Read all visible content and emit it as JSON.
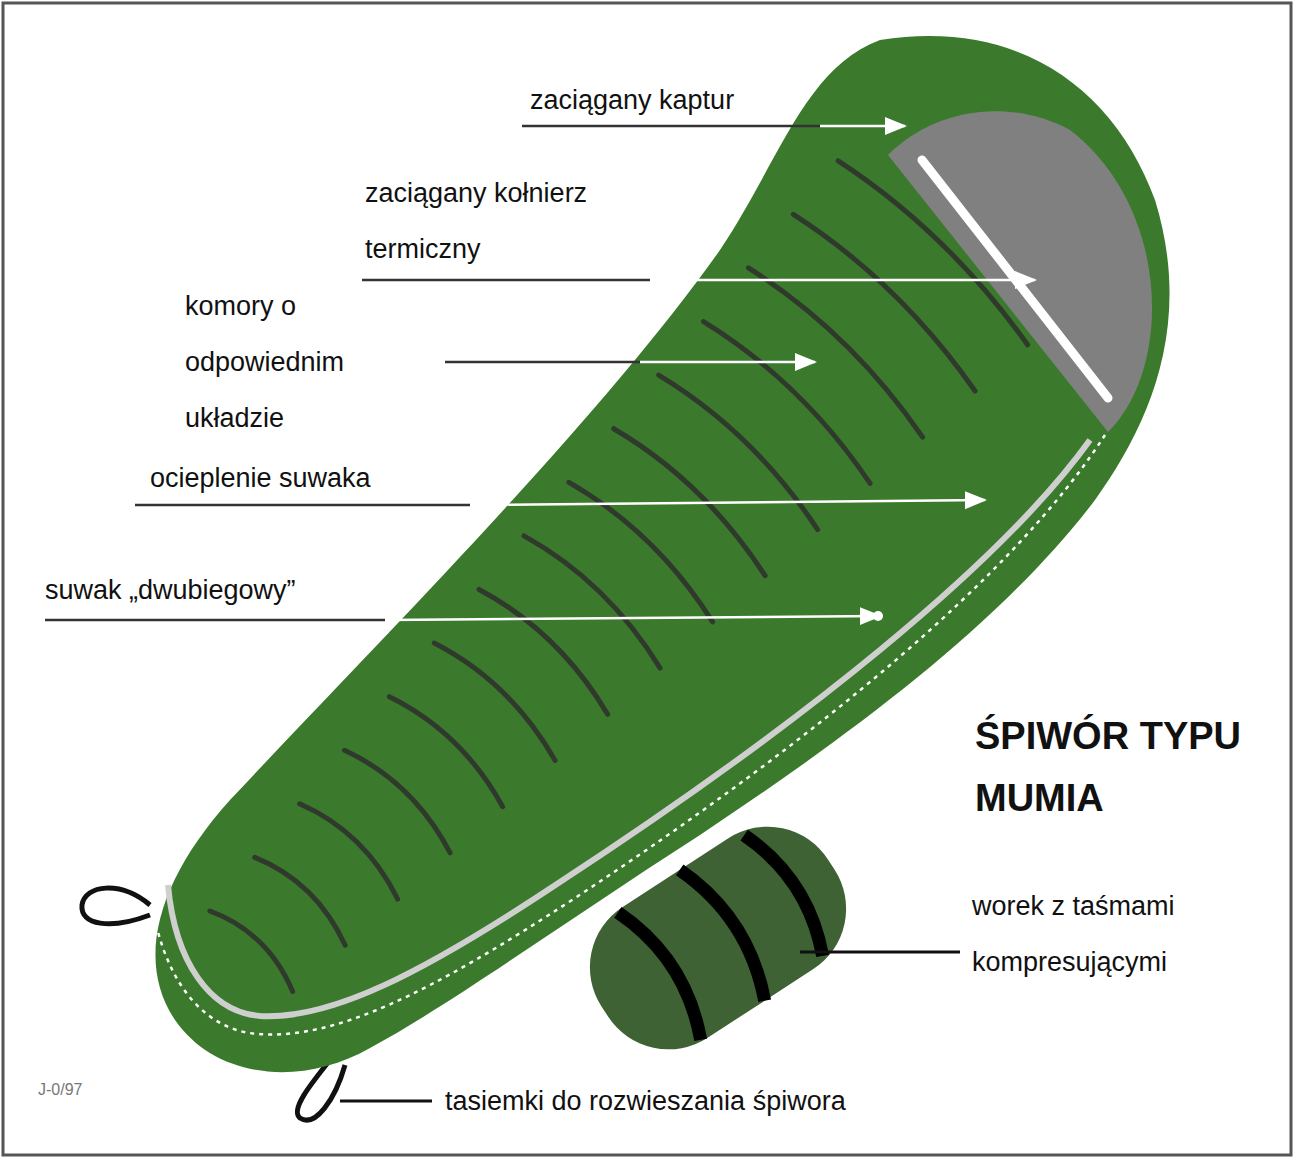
{
  "diagram": {
    "title": "ŚPIWÓR TYPU MUMIA",
    "labels": [
      "zaciągany kaptur",
      "zaciągany kołnierz termiczny",
      "komory o odpowiednim układzie",
      "ocieplenie suwaka",
      "suwak „dwubiegowy”",
      "worek z taśmami kompresującymi",
      "tasiemki do rozwieszania śpiwora",
      "J-0/97"
    ]
  }
}
